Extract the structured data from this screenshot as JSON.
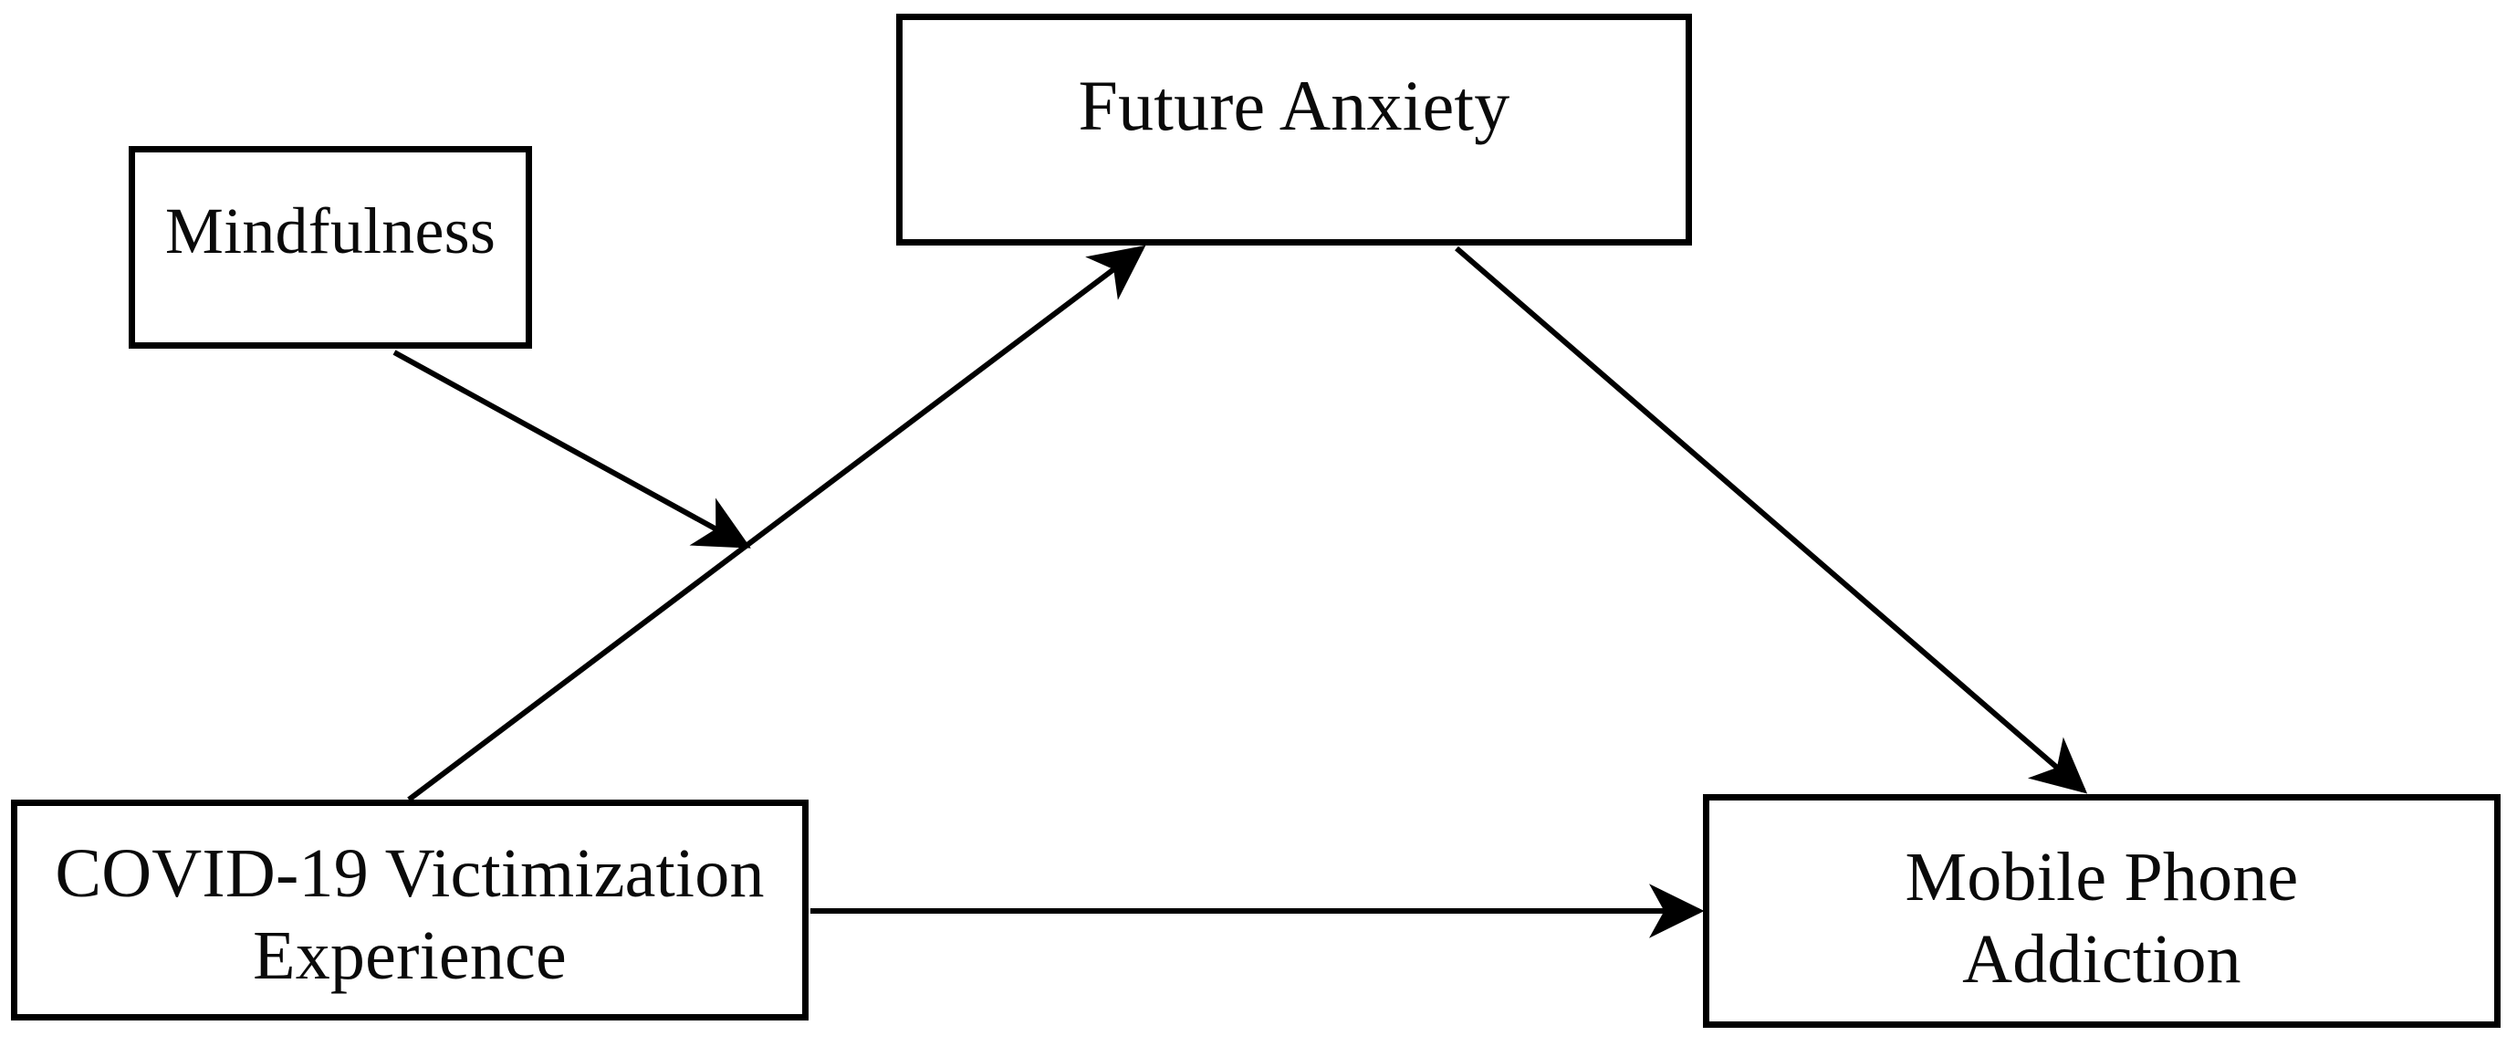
{
  "diagram": {
    "type": "moderated-mediation-model",
    "background_color": "#ffffff",
    "line_color": "#000000",
    "text_color": "#0a0a0a",
    "nodes": [
      {
        "id": "mindfulness",
        "label": "Mindfulness"
      },
      {
        "id": "future_anxiety",
        "label": "Future Anxiety"
      },
      {
        "id": "covid",
        "label": "COVID-19 Victimization\nExperience"
      },
      {
        "id": "mobile",
        "label": "Mobile Phone\nAddiction"
      }
    ],
    "edges": [
      {
        "id": "covid-to-anxiety",
        "from": "covid",
        "to": "future_anxiety",
        "style": "solid",
        "arrowhead": "open",
        "label": ""
      },
      {
        "id": "anxiety-to-mobile",
        "from": "future_anxiety",
        "to": "mobile",
        "style": "solid",
        "arrowhead": "open",
        "label": ""
      },
      {
        "id": "covid-to-mobile",
        "from": "covid",
        "to": "mobile",
        "style": "solid",
        "arrowhead": "open",
        "label": ""
      },
      {
        "id": "mindfulness-moderation",
        "from": "mindfulness",
        "to": "covid-to-anxiety",
        "style": "solid",
        "arrowhead": "open",
        "label": ""
      }
    ]
  }
}
